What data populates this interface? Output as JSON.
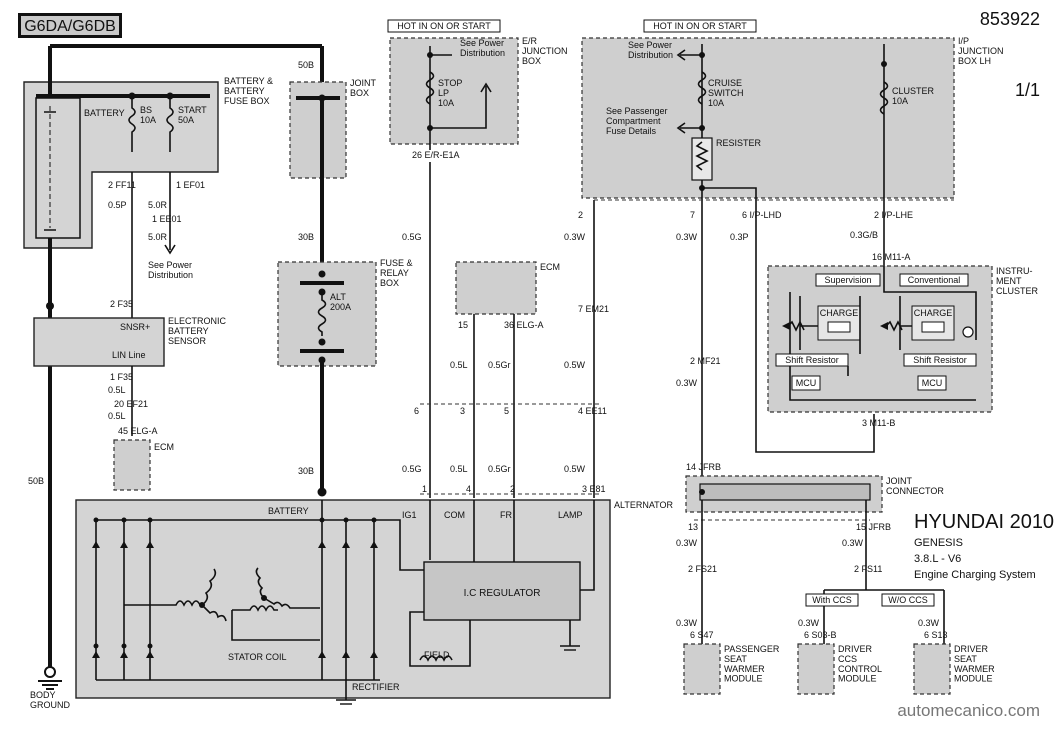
{
  "doc": {
    "header_tag": "G6DA/G6DB",
    "doc_number": "853922",
    "page": "1/1",
    "brand": "HYUNDAI 2010",
    "model": "GENESIS",
    "engine": "3.8.L - V6",
    "system": "Engine Charging System",
    "watermark": "automecanico.com"
  },
  "hot_labels": [
    "HOT IN ON OR START",
    "HOT IN ON OR START"
  ],
  "components": {
    "battery_box": "BATTERY &\nBATTERY\nFUSE BOX",
    "battery": "BATTERY",
    "fuse_bs": "BS\n10A",
    "fuse_start": "START\n50A",
    "joint_box": "JOINT\nBOX",
    "er_box": "E/R\nJUNCTION\nBOX",
    "stop_lp": "STOP\nLP\n10A",
    "see_power_1": "See Power\nDistribution",
    "ip_box": "I/P\nJUNCTION\nBOX LH",
    "see_power_2": "See Power\nDistribution",
    "cruise": "CRUISE\nSWITCH\n10A",
    "cluster_fuse": "CLUSTER\n10A",
    "passenger_comp": "See Passenger\nCompartment\nFuse Details",
    "resister": "RESISTER",
    "fuse_relay_box": "FUSE &\nRELAY\nBOX",
    "alt_fuse": "ALT\n200A",
    "ecm_top": "ECM",
    "ecm_left": "ECM",
    "ebs": "ELECTRONIC\nBATTERY\nSENSOR",
    "ebs_snsr": "SNSR+",
    "ebs_lin": "LIN Line",
    "see_power_3": "See Power\nDistribution",
    "cluster": "INSTRU-\nMENT\nCLUSTER",
    "supervision": "Supervision",
    "conventional": "Conventional",
    "charge_a": "CHARGE",
    "charge_b": "CHARGE",
    "shift_a": "Shift Resistor",
    "shift_b": "Shift Resistor",
    "mcu_a": "MCU",
    "mcu_b": "MCU",
    "joint_conn": "JOINT\nCONNECTOR",
    "alternator": "ALTERNATOR",
    "alt_battery": "BATTERY",
    "ig1": "IG1",
    "com": "COM",
    "fr": "FR",
    "lamp": "LAMP",
    "ic_regulator": "I.C REGULATOR",
    "stator_coil": "STATOR COIL",
    "field": "FIELD",
    "rectifier": "RECTIFIER",
    "body_ground": "BODY\nGROUND",
    "with_ccs": "With CCS",
    "wo_ccs": "W/O CCS",
    "pass_seat": "PASSENGER\nSEAT\nWARMER\nMODULE",
    "driver_ccs": "DRIVER\nCCS\nCONTROL\nMODULE",
    "driver_seat": "DRIVER\nSEAT\nWARMER\nMODULE"
  },
  "wires": {
    "w_0_5p": "0.5P",
    "w_5_0r_a": "5.0R",
    "w_5_0r_b": "5.0R",
    "w_50b_top": "50B",
    "w_30b_a": "30B",
    "w_50b_left": "50B",
    "w_0_5l_a": "0.5L",
    "w_0_5l_b": "0.5L",
    "w_0_5g_a": "0.5G",
    "w_0_3w_a": "0.3W",
    "w_0_3w_b": "0.3W",
    "w_0_3p": "0.3P",
    "w_0_3gb": "0.3G/B",
    "w_0_5l_c": "0.5L",
    "w_0_5gr_a": "0.5Gr",
    "w_0_5w_a": "0.5W",
    "w_0_3w_c": "0.3W",
    "w_30b_b": "30B",
    "w_0_5g_b": "0.5G",
    "w_0_5l_d": "0.5L",
    "w_0_5gr_b": "0.5Gr",
    "w_0_5w_b": "0.5W",
    "w_0_3w_d": "0.3W",
    "w_0_3w_e": "0.3W",
    "w_0_3w_f": "0.3W",
    "w_0_3w_g": "0.3W",
    "w_0_3w_h": "0.3W"
  },
  "connectors": {
    "c_ff11": "2 FF11",
    "c_ef01": "1 EF01",
    "c_ee01": "1 EE01",
    "c_f35a": "2 F35",
    "c_f35b": "1 F35",
    "c_ef21": "20 EF21",
    "c_elga_l": "45 ELG-A",
    "c_er_e1a": "26 E/R-E1A",
    "c_ip2": "2",
    "c_ip7": "7",
    "c_iplhd": "6 I/P-LHD",
    "c_iplhe": "2 I/P-LHE",
    "c_m11a": "16 M11-A",
    "c_15": "15",
    "c_elga_t": "36 ELG-A",
    "c_em21": "7 EM21",
    "c_mf21": "2 MF21",
    "c_ee11_6": "6",
    "c_ee11_3": "3",
    "c_ee11_5": "5",
    "c_ee11": "4 EE11",
    "c_m11b": "3 M11-B",
    "c_jfrb14": "14 JFRB",
    "c_e81_1": "1",
    "c_e81_4": "4",
    "c_e81_2": "2",
    "c_e81": "3 E81",
    "c_jfrb13": "13",
    "c_jfrb15": "15 JFRB",
    "c_fs21": "2 FS21",
    "c_fs11": "2 FS11",
    "c_s47": "6 S47",
    "c_s03b": "6 S03-B",
    "c_s13": "6 S13"
  }
}
